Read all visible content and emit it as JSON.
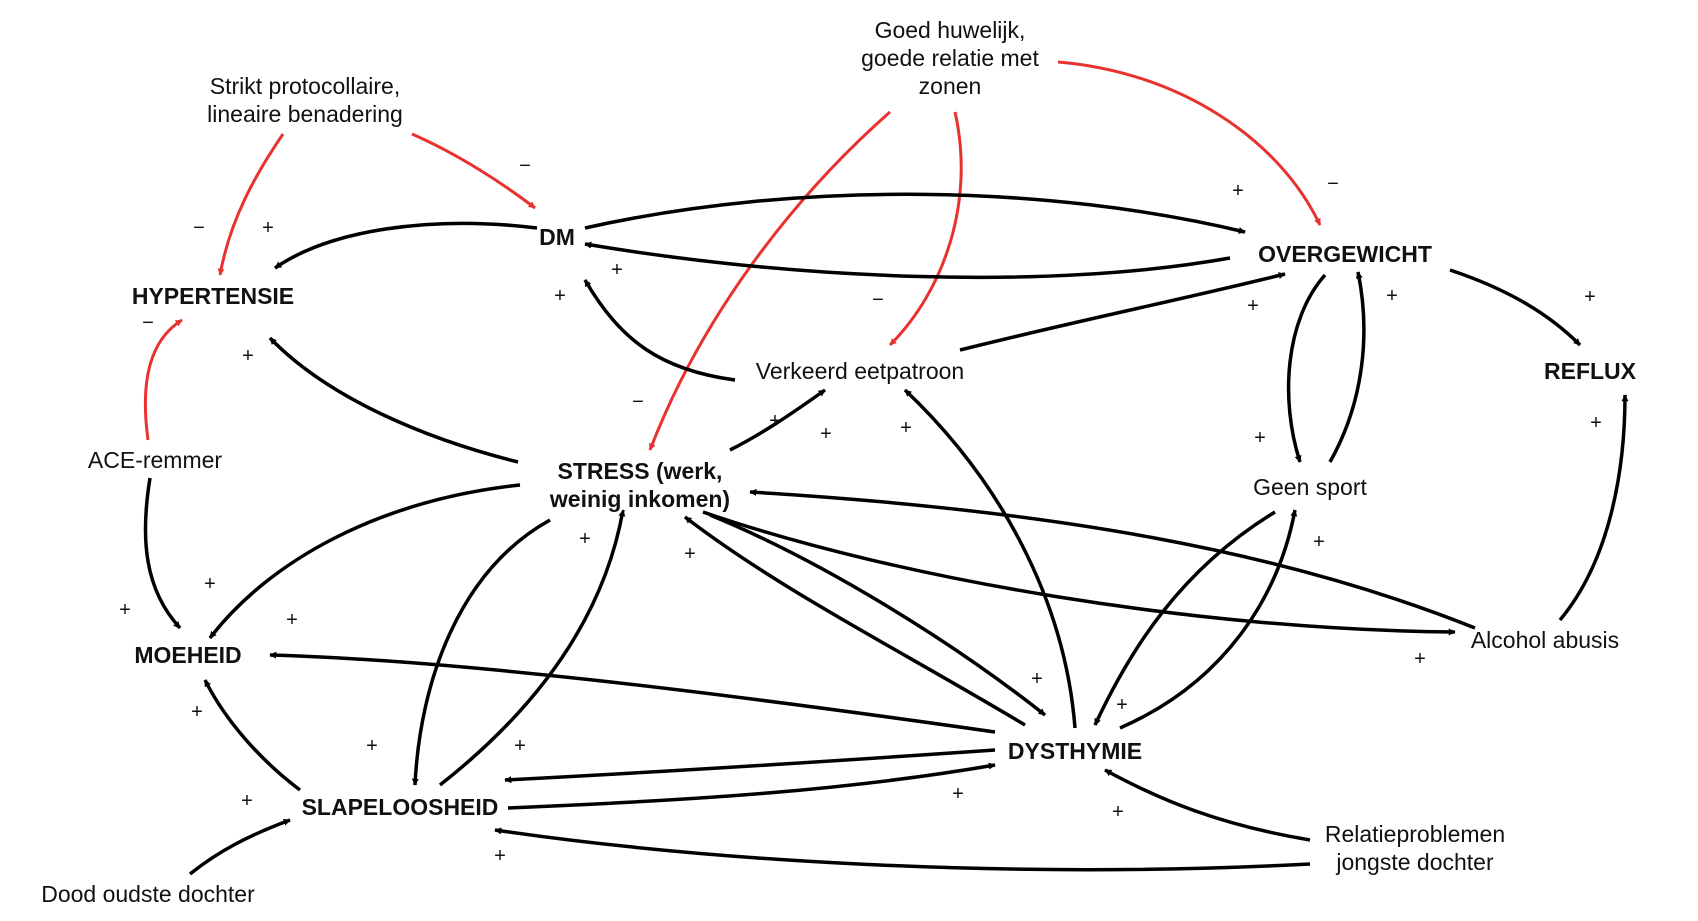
{
  "diagram": {
    "type": "causal-loop-diagram",
    "colors": {
      "positive_link": "#000000",
      "negative_link": "#e8322f",
      "text": "#111111",
      "background": "#ffffff"
    },
    "nodes": [
      {
        "id": "strikt",
        "lines": [
          "Strikt protocollaire,",
          "lineaire benadering"
        ],
        "bold": false
      },
      {
        "id": "huwelijk",
        "lines": [
          "Goed huwelijk,",
          "goede relatie met",
          "zonen"
        ],
        "bold": false
      },
      {
        "id": "hypertensie",
        "lines": [
          "HYPERTENSIE"
        ],
        "bold": true
      },
      {
        "id": "dm",
        "lines": [
          "DM"
        ],
        "bold": true
      },
      {
        "id": "overgewicht",
        "lines": [
          "OVERGEWICHT"
        ],
        "bold": true
      },
      {
        "id": "reflux",
        "lines": [
          "REFLUX"
        ],
        "bold": true
      },
      {
        "id": "eetpatroon",
        "lines": [
          "Verkeerd eetpatroon"
        ],
        "bold": false
      },
      {
        "id": "ace",
        "lines": [
          "ACE-remmer"
        ],
        "bold": false
      },
      {
        "id": "stress",
        "lines": [
          "STRESS (werk,",
          "weinig inkomen)"
        ],
        "bold": true
      },
      {
        "id": "geensport",
        "lines": [
          "Geen sport"
        ],
        "bold": false
      },
      {
        "id": "moeheid",
        "lines": [
          "MOEHEID"
        ],
        "bold": true
      },
      {
        "id": "alcohol",
        "lines": [
          "Alcohol abusis"
        ],
        "bold": false
      },
      {
        "id": "dysthymie",
        "lines": [
          "DYSTHYMIE"
        ],
        "bold": true
      },
      {
        "id": "slapeloosheid",
        "lines": [
          "SLAPELOOSHEID"
        ],
        "bold": true
      },
      {
        "id": "relatie",
        "lines": [
          "Relatieproblemen",
          "jongste dochter"
        ],
        "bold": false
      },
      {
        "id": "dood",
        "lines": [
          "Dood oudste dochter"
        ],
        "bold": false
      }
    ],
    "edges": [
      {
        "from": "strikt",
        "to": "hypertensie",
        "sign": "−",
        "polarity": "negative"
      },
      {
        "from": "strikt",
        "to": "dm",
        "sign": "−",
        "polarity": "negative"
      },
      {
        "from": "huwelijk",
        "to": "stress",
        "sign": "−",
        "polarity": "negative"
      },
      {
        "from": "huwelijk",
        "to": "eetpatroon",
        "sign": "−",
        "polarity": "negative"
      },
      {
        "from": "huwelijk",
        "to": "overgewicht",
        "sign": "−",
        "polarity": "negative"
      },
      {
        "from": "ace",
        "to": "hypertensie",
        "sign": "−",
        "polarity": "negative"
      },
      {
        "from": "dm",
        "to": "hypertensie",
        "sign": "+",
        "polarity": "positive"
      },
      {
        "from": "dm",
        "to": "overgewicht",
        "sign": "+",
        "polarity": "positive"
      },
      {
        "from": "overgewicht",
        "to": "dm",
        "sign": "+",
        "polarity": "positive"
      },
      {
        "from": "eetpatroon",
        "to": "dm",
        "sign": "+",
        "polarity": "positive"
      },
      {
        "from": "eetpatroon",
        "to": "overgewicht",
        "sign": "+",
        "polarity": "positive"
      },
      {
        "from": "overgewicht",
        "to": "reflux",
        "sign": "+",
        "polarity": "positive"
      },
      {
        "from": "overgewicht",
        "to": "geensport",
        "sign": "+",
        "polarity": "positive"
      },
      {
        "from": "geensport",
        "to": "overgewicht",
        "sign": "+",
        "polarity": "positive"
      },
      {
        "from": "alcohol",
        "to": "reflux",
        "sign": "+",
        "polarity": "positive"
      },
      {
        "from": "stress",
        "to": "hypertensie",
        "sign": "+",
        "polarity": "positive"
      },
      {
        "from": "stress",
        "to": "eetpatroon",
        "sign": "+",
        "polarity": "positive"
      },
      {
        "from": "stress",
        "to": "moeheid",
        "sign": "+",
        "polarity": "positive"
      },
      {
        "from": "stress",
        "to": "slapeloosheid",
        "sign": "+",
        "polarity": "positive"
      },
      {
        "from": "slapeloosheid",
        "to": "stress",
        "sign": "+",
        "polarity": "positive"
      },
      {
        "from": "stress",
        "to": "dysthymie",
        "sign": "+",
        "polarity": "positive"
      },
      {
        "from": "dysthymie",
        "to": "stress",
        "sign": "+",
        "polarity": "positive"
      },
      {
        "from": "stress",
        "to": "alcohol",
        "sign": "+",
        "polarity": "positive"
      },
      {
        "from": "alcohol",
        "to": "stress",
        "sign": "+",
        "polarity": "positive"
      },
      {
        "from": "ace",
        "to": "moeheid",
        "sign": "+",
        "polarity": "positive"
      },
      {
        "from": "dysthymie",
        "to": "moeheid",
        "sign": "+",
        "polarity": "positive"
      },
      {
        "from": "slapeloosheid",
        "to": "moeheid",
        "sign": "+",
        "polarity": "positive"
      },
      {
        "from": "dysthymie",
        "to": "eetpatroon",
        "sign": "+",
        "polarity": "positive"
      },
      {
        "from": "geensport",
        "to": "dysthymie",
        "sign": "+",
        "polarity": "positive"
      },
      {
        "from": "dysthymie",
        "to": "geensport",
        "sign": "+",
        "polarity": "positive"
      },
      {
        "from": "dysthymie",
        "to": "slapeloosheid",
        "sign": "+",
        "polarity": "positive"
      },
      {
        "from": "slapeloosheid",
        "to": "dysthymie",
        "sign": "+",
        "polarity": "positive"
      },
      {
        "from": "relatie",
        "to": "dysthymie",
        "sign": "+",
        "polarity": "positive"
      },
      {
        "from": "relatie",
        "to": "slapeloosheid",
        "sign": "+",
        "polarity": "positive"
      },
      {
        "from": "dood",
        "to": "slapeloosheid",
        "sign": "+",
        "polarity": "positive"
      }
    ]
  }
}
